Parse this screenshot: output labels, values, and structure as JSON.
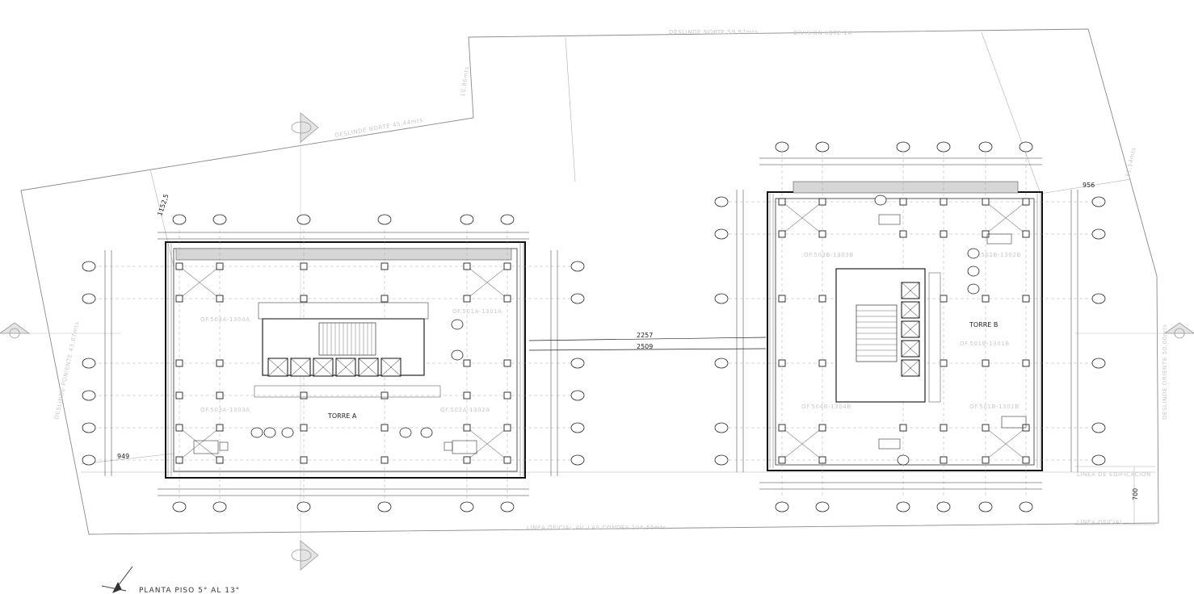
{
  "drawing": {
    "title": "PLANTA PISO 5° AL 13°",
    "boundary_labels": {
      "north_a": "DESLINDE NORTE 59,97mts",
      "division": "DIVISION LOTE 1A",
      "north_b": "DESLINDE NORTE 45,44mts",
      "west_short": "10,86mts",
      "west": "DESLINDE PONIENTE 43,07mts",
      "east": "DESLINDE ORIENTE 50,00mts",
      "east_short": "31,14mts",
      "south": "LINEA OFICIAL AV. LAS CONDES 104,55mts",
      "edif_line": "LINEA DE EDIFICACION",
      "oficial_line": "LINEA OFICIAL"
    },
    "dimensions": {
      "between_towers_1": "2257",
      "between_towers_2": "2509",
      "setback_west_a": "1152,5",
      "setback_west_b": "949",
      "setback_east": "956",
      "setback_south": "700"
    },
    "tower_a": {
      "name": "TORRE A",
      "offices": [
        "OF.504A-1304A",
        "OF.501A-1301A",
        "OF.503A-1303A",
        "OF.502A-1302A"
      ]
    },
    "tower_b": {
      "name": "TORRE B",
      "offices": [
        "OF.503B-1303B",
        "OF.502B-1302B",
        "OF.501B-1301B",
        "OF.504B-1304B",
        "OF.501B-1301B"
      ]
    }
  }
}
